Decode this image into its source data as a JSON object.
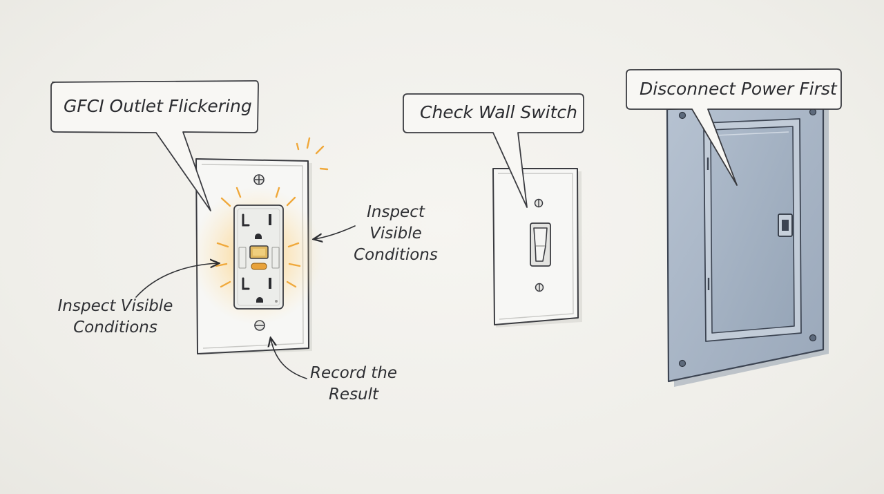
{
  "callouts": {
    "gfci": "GFCI Outlet Flickering",
    "switch": "Check Wall Switch",
    "panel": "Disconnect Power First"
  },
  "annotations": {
    "inspect_right_line1": "Inspect",
    "inspect_right_line2": "Visible",
    "inspect_right_line3": "Conditions",
    "inspect_left_line1": "Inspect Visible",
    "inspect_left_line2": "Conditions",
    "record_line1": "Record the",
    "record_line2": "Result"
  },
  "colors": {
    "glow": "#f4b03c",
    "indicator": "#e8a23a",
    "panel_fill": "#a9b6c6",
    "ink": "#2e2f33"
  }
}
